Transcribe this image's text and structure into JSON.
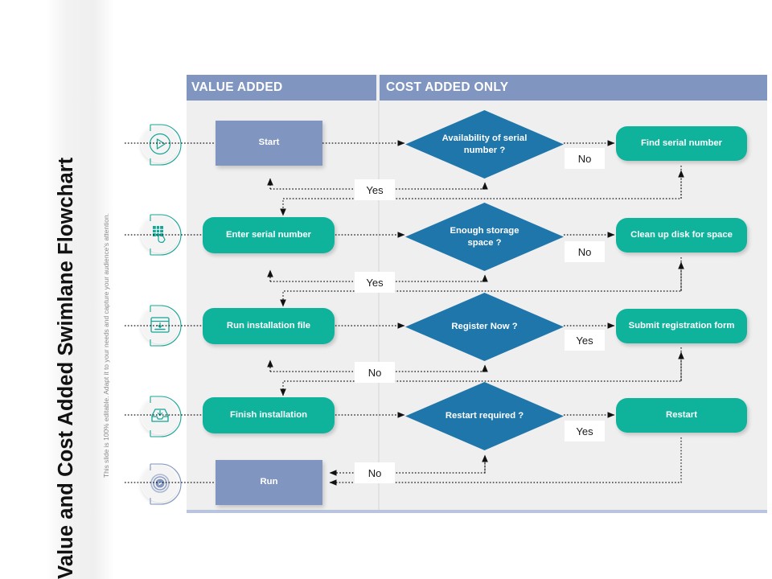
{
  "slide": {
    "title": "Value and Cost Added Swimlane Flowchart",
    "subtitle": "This slide is 100% editable. Adapt it to your needs and capture your audience's attention."
  },
  "colors": {
    "header_bar": "#8096c0",
    "rect_node": "#8096c0",
    "pill_node": "#0fb39c",
    "diamond_node": "#1f76ab",
    "panel_bg": "#efefef",
    "underline": "#b9c4de",
    "icon_teal": "#16a596",
    "icon_blue": "#7e93bd"
  },
  "lanes": [
    {
      "id": "value-added",
      "label": "VALUE ADDED"
    },
    {
      "id": "cost-added-only",
      "label": "COST ADDED ONLY"
    }
  ],
  "sidebar_icons": [
    {
      "name": "play-circle-icon",
      "accent": "#16a596"
    },
    {
      "name": "keypad-hand-icon",
      "accent": "#16a596"
    },
    {
      "name": "window-download-icon",
      "accent": "#16a596"
    },
    {
      "name": "inbox-download-icon",
      "accent": "#16a596"
    },
    {
      "name": "spiral-play-icon",
      "accent": "#7e93bd"
    }
  ],
  "rows": [
    {
      "index": 1,
      "left": {
        "type": "rect",
        "label": "Start"
      },
      "decision": {
        "type": "diamond",
        "label": "Availability  of serial\nnumber ?"
      },
      "right": {
        "type": "pill",
        "label": "Find serial number"
      },
      "branch_right_label": "No",
      "branch_loop_label": "Yes"
    },
    {
      "index": 2,
      "left": {
        "type": "pill",
        "label": "Enter serial number"
      },
      "decision": {
        "type": "diamond",
        "label": "Enough storage\nspace ?"
      },
      "right": {
        "type": "pill",
        "label": "Clean up disk for space"
      },
      "branch_right_label": "No",
      "branch_loop_label": "Yes"
    },
    {
      "index": 3,
      "left": {
        "type": "pill",
        "label": "Run installation file"
      },
      "decision": {
        "type": "diamond",
        "label": "Register Now ?"
      },
      "right": {
        "type": "pill",
        "label": "Submit registration form"
      },
      "branch_right_label": "Yes",
      "branch_loop_label": "No"
    },
    {
      "index": 4,
      "left": {
        "type": "pill",
        "label": "Finish installation"
      },
      "decision": {
        "type": "diamond",
        "label": "Restart required ?"
      },
      "right": {
        "type": "pill",
        "label": "Restart"
      },
      "branch_right_label": "Yes",
      "branch_loop_label": "No"
    },
    {
      "index": 5,
      "left": {
        "type": "rect",
        "label": "Run"
      },
      "decision": null,
      "right": null,
      "branch_right_label": null,
      "branch_loop_label": null
    }
  ]
}
